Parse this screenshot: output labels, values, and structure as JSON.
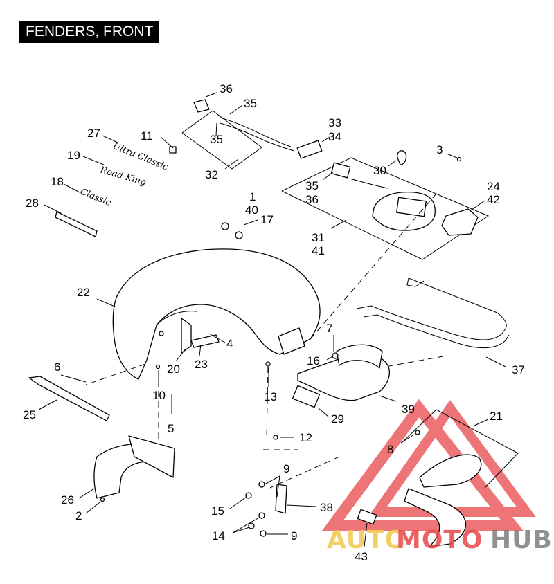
{
  "title": "FENDERS, FRONT",
  "emblems": {
    "ultra_classic": "Ultra Classic",
    "road_king": "Road King",
    "classic": "Classic"
  },
  "watermark": {
    "auto": "AUTO",
    "moto": "MOTO",
    "hub": "HUB",
    "colors": {
      "gold": "#f2c84b",
      "red": "#e8474a",
      "gray": "#7d7d7d"
    }
  },
  "callouts": {
    "c1": "1",
    "c2": "2",
    "c4": "4",
    "c5": "5",
    "c6": "6",
    "c7": "7",
    "c8": "8",
    "c9a": "9",
    "c9b": "9",
    "c10": "10",
    "c11": "11",
    "c12": "12",
    "c13": "13",
    "c14": "14",
    "c15": "15",
    "c16": "16",
    "c17": "17",
    "c18": "18",
    "c19": "19",
    "c20": "20",
    "c21": "21",
    "c22": "22",
    "c23": "23",
    "c25": "25",
    "c26": "26",
    "c27": "27",
    "c28": "28",
    "c29": "29",
    "c30": "30",
    "c32": "32",
    "c37": "37",
    "c38": "38",
    "c39": "39",
    "c40": "40",
    "c43": "43",
    "c3": "3",
    "c33": "33",
    "c34": "34",
    "c35a": "35",
    "c35b": "35",
    "c35c": "35",
    "c36a": "36",
    "c36b": "36",
    "c24": "24",
    "c42": "42",
    "c31": "31",
    "c41": "41"
  }
}
